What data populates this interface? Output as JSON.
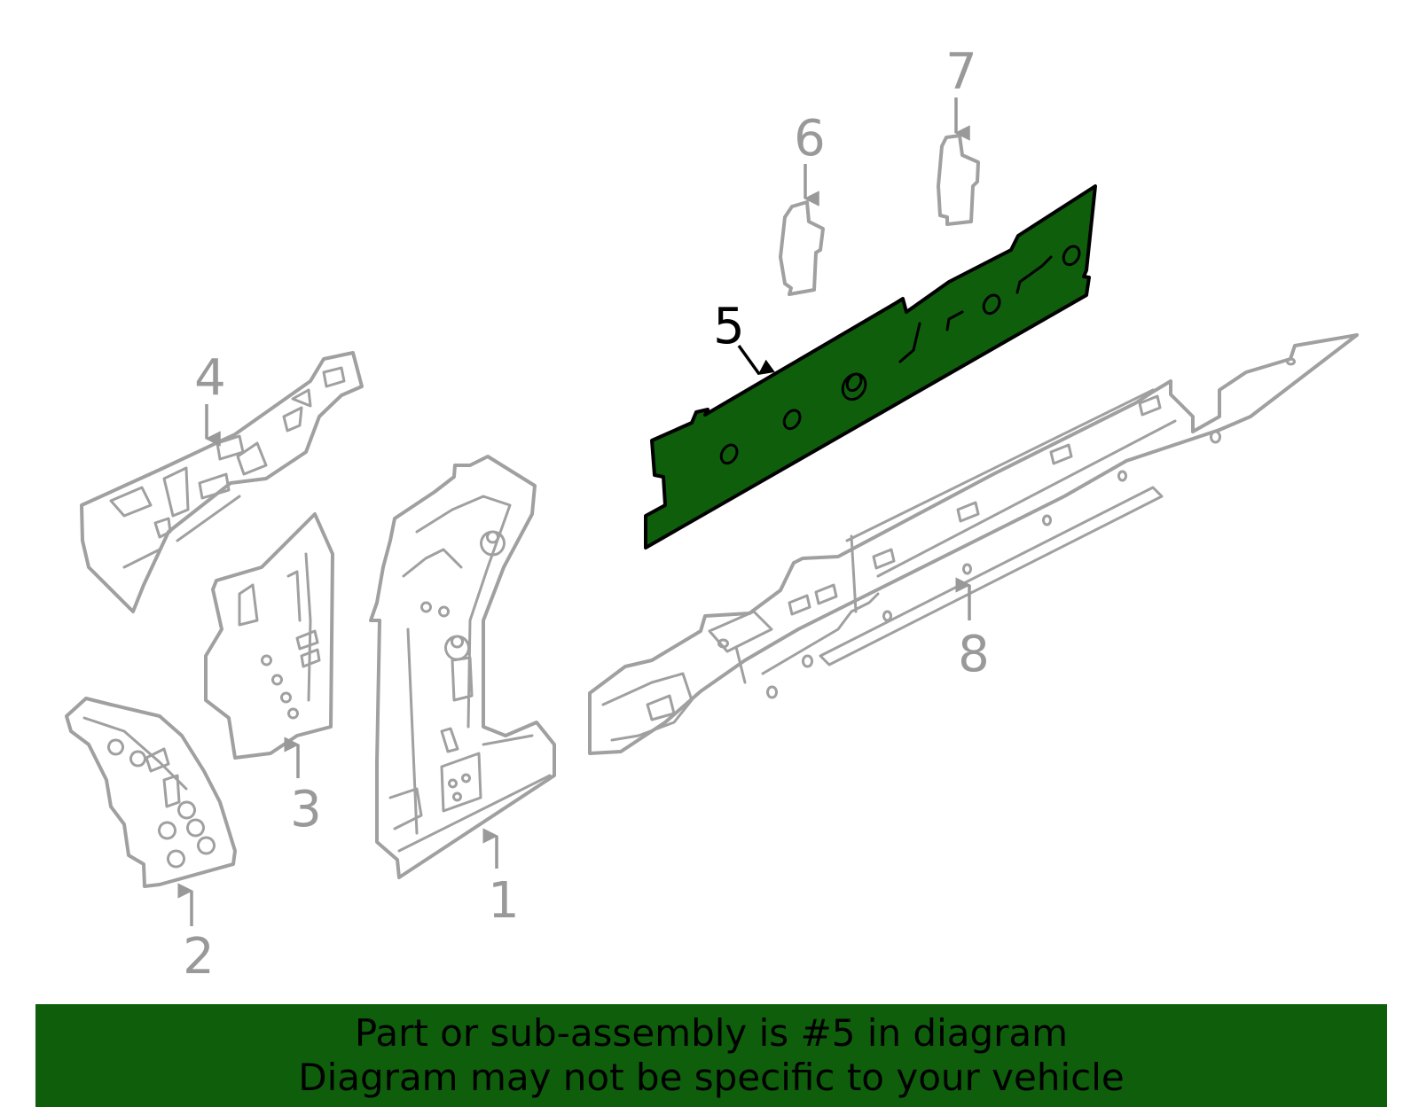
{
  "colors": {
    "highlight": "#0f5e0c",
    "part_outline": "#a0a0a0",
    "callout_text": "#999999",
    "banner_background": "#0f5e0c"
  },
  "callouts": {
    "c1": "1",
    "c2": "2",
    "c3": "3",
    "c4": "4",
    "c5": "5",
    "c6": "6",
    "c7": "7",
    "c8": "8"
  },
  "highlighted_part": "5",
  "banner": {
    "line1": "Part or sub-assembly is #5 in diagram",
    "line2": "Diagram may not be specific to your vehicle"
  }
}
